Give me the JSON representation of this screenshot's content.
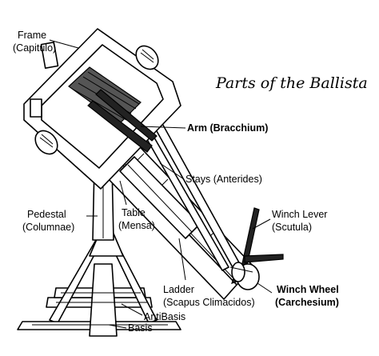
{
  "title": "Parts of the Ballista",
  "labels": {
    "frame": [
      "Frame",
      "(Capitulo)"
    ],
    "arm": [
      "Arm (Bracchium)"
    ],
    "stays": [
      "Stays (Anterides)"
    ],
    "winch_lever": [
      "Winch Lever",
      "(Scutula)"
    ],
    "pedestal": [
      "Pedestal",
      "(Columnae)"
    ],
    "table": [
      "Table",
      "(Mensa)"
    ],
    "ladder": [
      "Ladder",
      "(Scapus Climacidos)"
    ],
    "winch_wheel": [
      "Winch Wheel",
      "(Carchesium)"
    ],
    "antibasis": [
      "AntiBasis"
    ],
    "basis": [
      "Basis"
    ]
  }
}
